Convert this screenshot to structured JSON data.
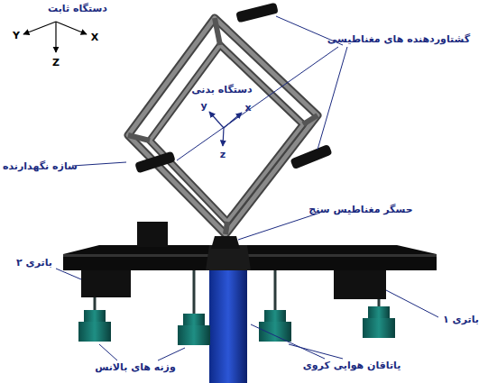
{
  "diagram": {
    "labels": [
      "دستگاه ثابت",
      "Y",
      "X",
      "Z",
      "گشتاوردهنده های مغناطیسی",
      "دستگاه بدنی",
      "y",
      "x",
      "z",
      "سازه نگهدارنده",
      "حسگر مغناطیس سنج",
      "باتری ۲",
      "باتری ۱",
      "وزنه های بالانس",
      "یاتاقان هوایی کروی"
    ]
  }
}
